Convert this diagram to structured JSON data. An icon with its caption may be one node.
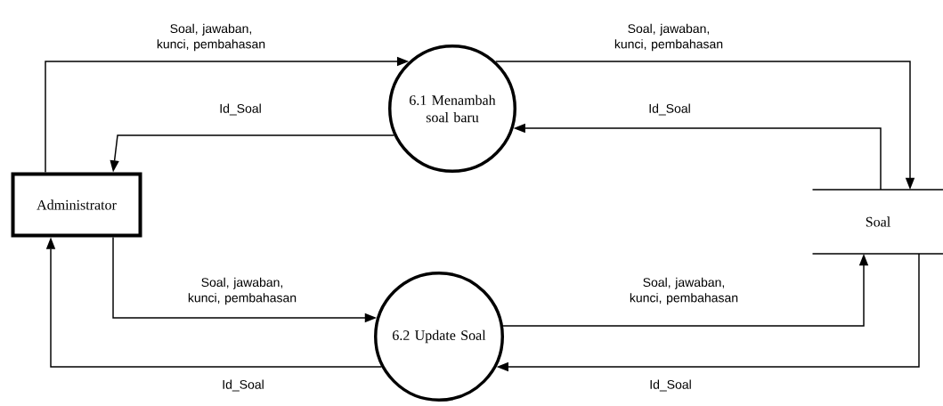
{
  "diagram": {
    "nodes": [
      {
        "text": [
          "Administrator"
        ]
      },
      {
        "text": [
          "6.1 Menambah soal baru"
        ]
      },
      {
        "text": [
          "6.2 Update Soal"
        ]
      },
      {
        "text": [
          "Soal"
        ]
      }
    ],
    "edges": [
      {
        "from": 0,
        "to": 1,
        "arrow": "to",
        "label": "Soal, jawaban, kunci, pembahasan"
      },
      {
        "from": 1,
        "to": 0,
        "arrow": "to",
        "label": "Id_Soal"
      },
      {
        "from": 1,
        "to": 3,
        "arrow": "to",
        "label": "Soal, jawaban, kunci, pembahasan"
      },
      {
        "from": 3,
        "to": 1,
        "arrow": "to",
        "label": "Id_Soal"
      },
      {
        "from": 0,
        "to": 2,
        "arrow": "to",
        "label": "Soal, jawaban, kunci, pembahasan"
      },
      {
        "from": 2,
        "to": 0,
        "arrow": "to",
        "label": "Id_Soal"
      },
      {
        "from": 2,
        "to": 3,
        "arrow": "to",
        "label": "Soal, jawaban, kunci, pembahasan"
      },
      {
        "from": 3,
        "to": 2,
        "arrow": "to",
        "label": "Id_Soal"
      }
    ]
  }
}
